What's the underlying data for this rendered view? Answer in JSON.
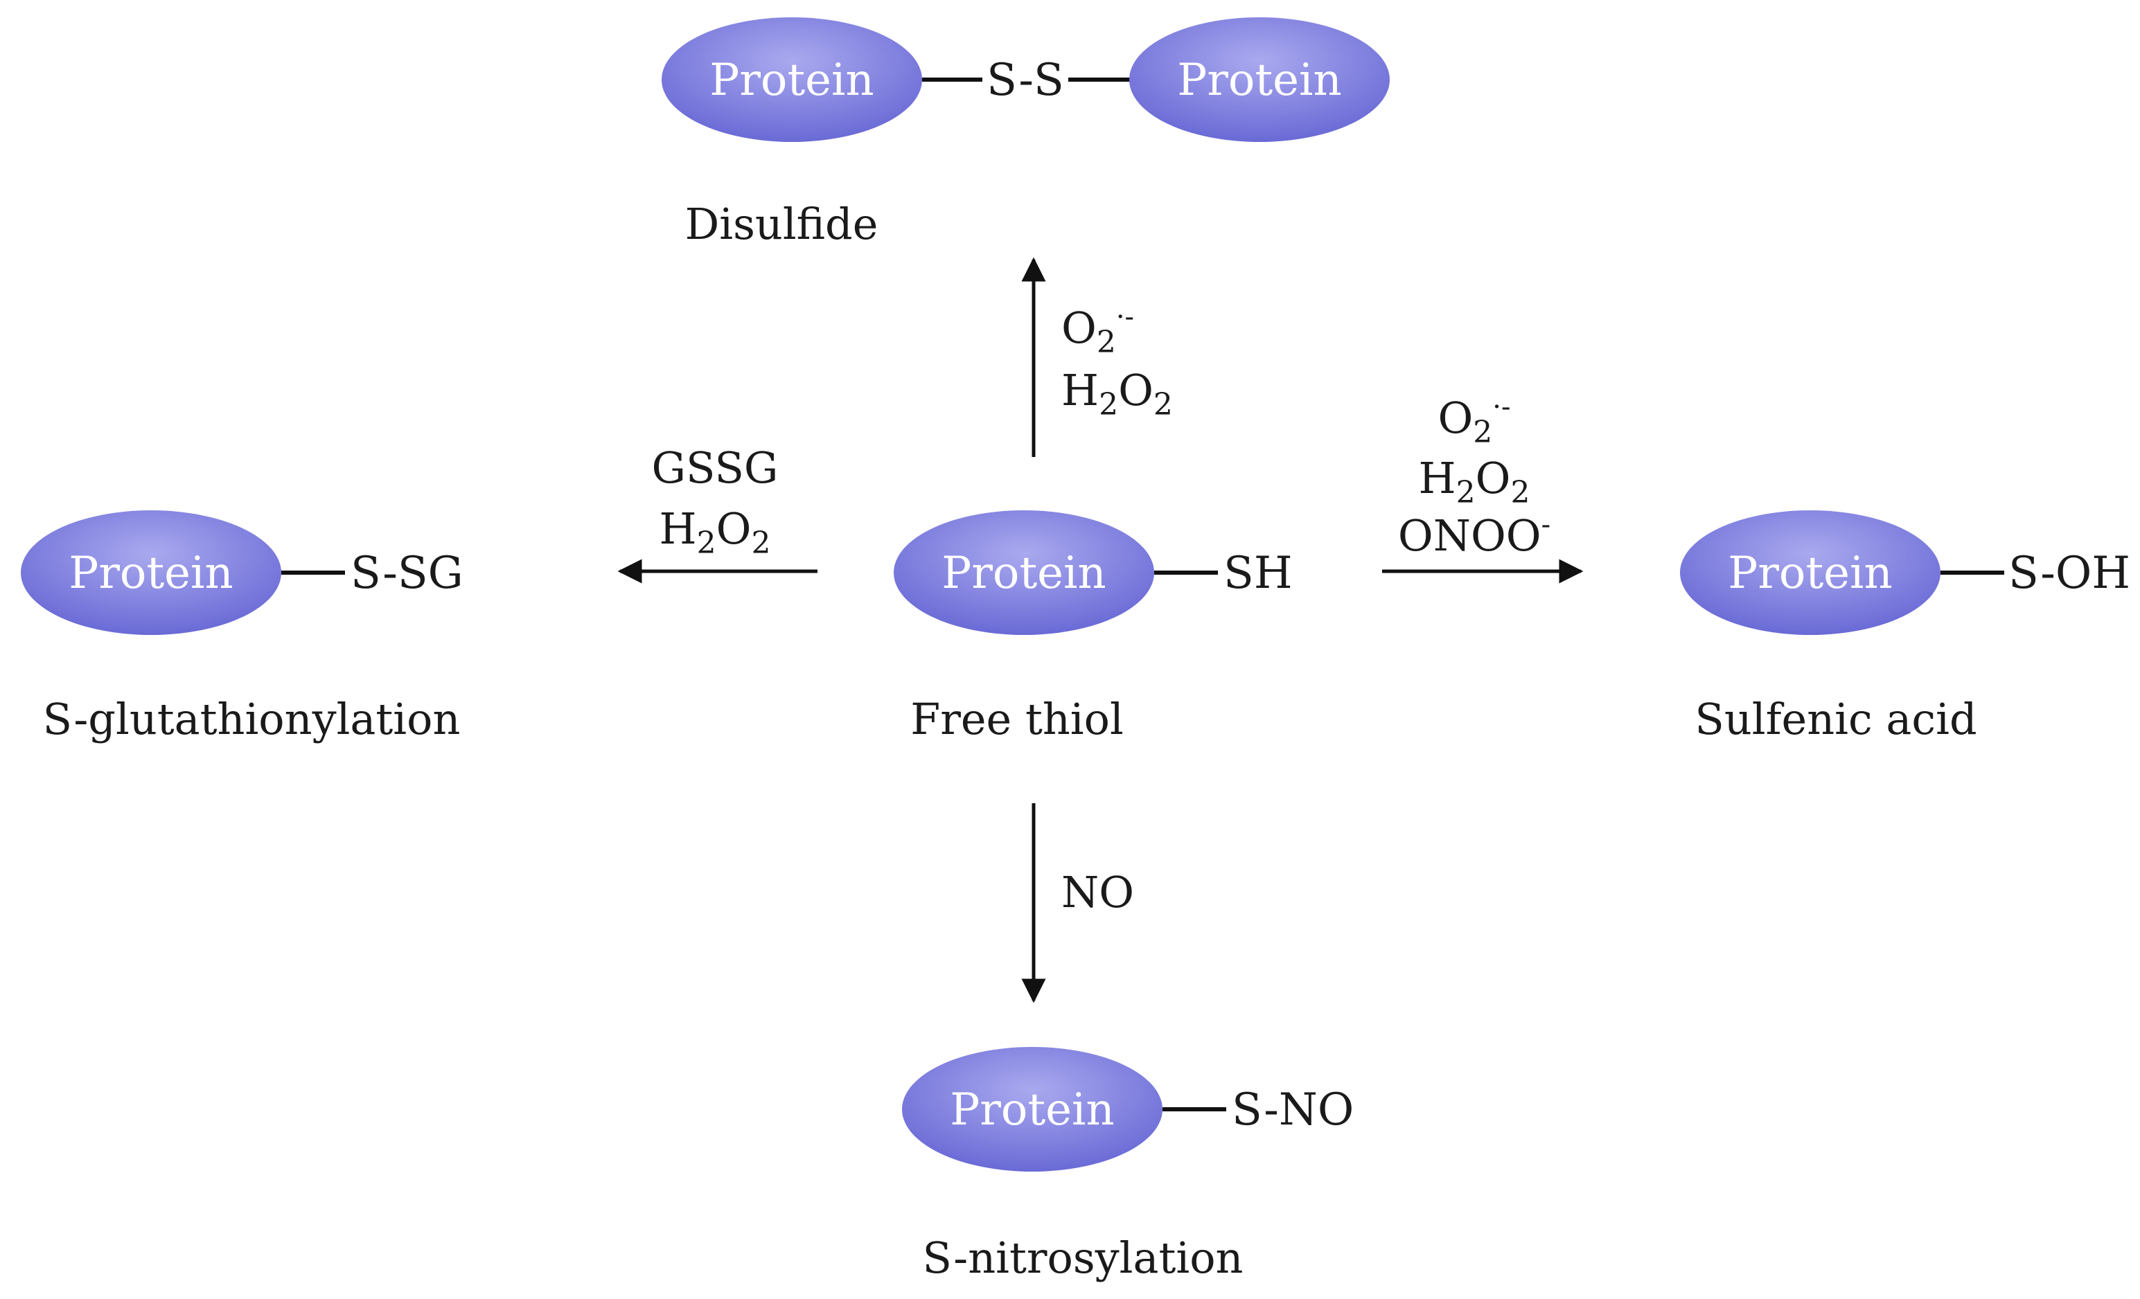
{
  "protein_label": "Protein",
  "center": {
    "group": "SH",
    "caption": "Free thiol"
  },
  "disulfide": {
    "group": "S-S",
    "caption": "Disulfide",
    "reagents": [
      [
        {
          "t": "O"
        },
        {
          "sub": "2"
        },
        {
          "sup": "·-"
        }
      ],
      [
        {
          "t": "H"
        },
        {
          "sub": "2"
        },
        {
          "t": "O"
        },
        {
          "sub": "2"
        }
      ]
    ]
  },
  "glutathionylation": {
    "group": "S-SG",
    "caption": "S-glutathionylation",
    "reagents": [
      [
        {
          "t": "GSSG"
        }
      ],
      [
        {
          "t": "H"
        },
        {
          "sub": "2"
        },
        {
          "t": "O"
        },
        {
          "sub": "2"
        }
      ]
    ]
  },
  "sulfenic": {
    "group": "S-OH",
    "caption": "Sulfenic acid",
    "reagents": [
      [
        {
          "t": "O"
        },
        {
          "sub": "2"
        },
        {
          "sup": "·-"
        }
      ],
      [
        {
          "t": "H"
        },
        {
          "sub": "2"
        },
        {
          "t": "O"
        },
        {
          "sub": "2"
        }
      ],
      [
        {
          "t": "ONOO"
        },
        {
          "sup": "-"
        }
      ]
    ]
  },
  "nitrosylation": {
    "group": "S-NO",
    "caption": "S-nitrosylation",
    "reagents": [
      [
        {
          "t": "NO"
        }
      ]
    ]
  },
  "colors": {
    "protein_fill_light": "#a9a9ef",
    "protein_fill_dark": "#6a6ad6",
    "text": "#1a1a1a"
  }
}
